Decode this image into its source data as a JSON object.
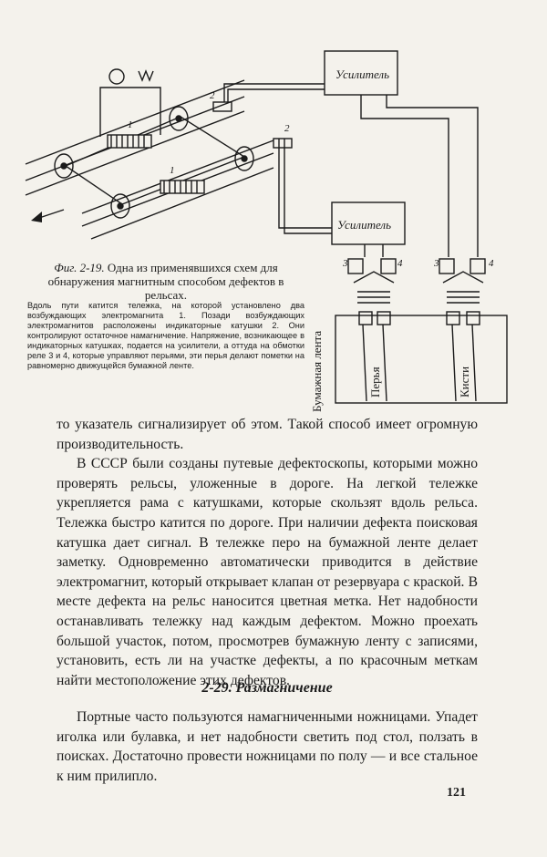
{
  "figure": {
    "amplifier_top_label": "Усилитель",
    "amplifier_bottom_label": "Усилитель",
    "coil_num_1a": "1",
    "coil_num_1b": "1",
    "coil_num_2a": "2",
    "coil_num_2b": "2",
    "relay_left_3": "3",
    "relay_left_4": "4",
    "relay_right_3": "3",
    "relay_right_4": "4",
    "paper_tape_label": "Бумажная лента",
    "pens_label": "Перья",
    "brushes_label": "Кисти",
    "icons": [
      "direction-arrow-icon",
      "track-wheel-icon",
      "electromagnet-icon",
      "relay-icon",
      "pen-icon",
      "brush-icon"
    ]
  },
  "caption": {
    "fig_no": "Фиг. 2-19.",
    "title": "Одна из применявшихся схем для обнаружения магнитным способом дефектов в рельсах.",
    "description": "Вдоль пути катится тележка, на которой установлено два возбуждающих электромагнита 1. Позади возбуждающих электромагнитов расположены индикаторные катушки 2. Они контролируют остаточное намагничение. Напряжение, возникающее в индикаторных катушках, подается на усилители, а оттуда на обмотки реле 3 и 4, которые управляют перьями, эти перья делают пометки на равномерно движущейся бумажной ленте."
  },
  "body": {
    "para1": "то указатель сигнализирует об этом. Такой способ имеет огромную производительность.",
    "para2": "В СССР были созданы путевые дефектоскопы, которыми можно проверять рельсы, уложенные в дороге. На легкой тележке укрепляется рама с катушками, которые скользят вдоль рельса. Тележка быстро катится по дороге. При наличии дефекта поисковая катушка дает сигнал. В тележке перо на бумажной ленте делает заметку. Одновременно автоматически приводится в действие электромагнит, который открывает клапан от резервуара с краской. В месте дефекта на рельс наносится цветная метка. Нет надобности останавливать тележку над каждым дефектом. Можно проехать большой участок, потом, просмотрев бумажную ленту с записями, установить, есть ли на участке дефекты, а по красочным меткам найти местоположение этих дефектов."
  },
  "section": {
    "heading": "2-29. Размагничение",
    "para": "Портные часто пользуются намагниченными ножницами. Упадет иголка или булавка, и нет надобности светить под стол, ползать в поисках. Достаточно провести ножницами по полу — и все стальное к ним прилипло."
  },
  "page_number": "121"
}
